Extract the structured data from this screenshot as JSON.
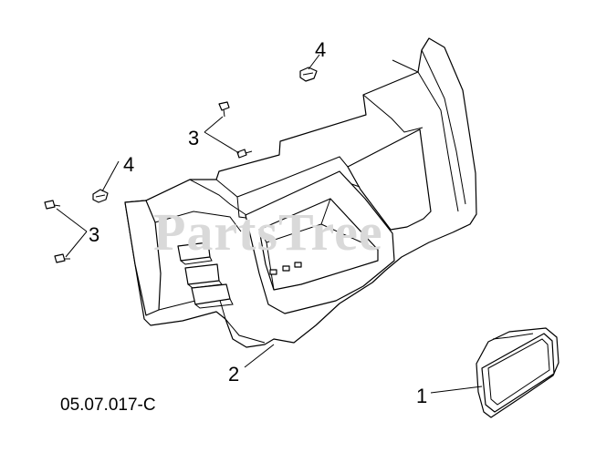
{
  "diagram": {
    "drawing_code": "05.07.017-C",
    "watermark": "PartsTree",
    "callouts": [
      {
        "id": "c1",
        "label": "1"
      },
      {
        "id": "c2",
        "label": "2"
      },
      {
        "id": "c3a",
        "label": "3"
      },
      {
        "id": "c3b",
        "label": "3"
      },
      {
        "id": "c4a",
        "label": "4"
      },
      {
        "id": "c4b",
        "label": "4"
      }
    ]
  }
}
